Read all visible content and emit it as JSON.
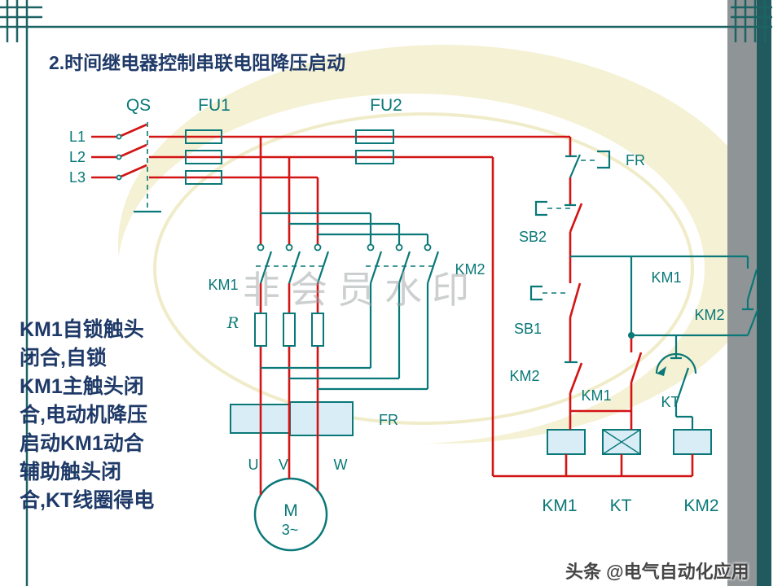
{
  "slide": {
    "title": "2.时间继电器控制串联电阻降压启动",
    "side_text_lines": [
      "KM1自锁触头",
      "闭合,自锁",
      "KM1主触头闭",
      "合,电动机降压",
      "启动KM1动合",
      "辅助触头闭",
      "合,KT线圈得电"
    ],
    "watermark": "非会员水印",
    "footer": "头条 @电气自动化应用"
  },
  "labels": {
    "qs": "QS",
    "fu1": "FU1",
    "fu2": "FU2",
    "l1": "L1",
    "l2": "L2",
    "l3": "L3",
    "km1_main": "KM1",
    "km2_main": "KM2",
    "r": "R",
    "fr_main": "FR",
    "u": "U",
    "v": "V",
    "w": "W",
    "motor_m": "M",
    "motor_phase": "3~",
    "fr_ctrl": "FR",
    "sb2": "SB2",
    "sb1": "SB1",
    "km2_rail": "KM2",
    "km1_aux": "KM1",
    "km1_branch": "KM1",
    "km2_branch": "KM2",
    "kt_contact": "KT",
    "coil_km1": "KM1",
    "coil_kt": "KT",
    "coil_km2": "KM2"
  },
  "colors": {
    "power_line_red": "#d21414",
    "control_teal": "#0a7878",
    "text_navy": "#1f3a68",
    "component_fill": "#d9edf7",
    "gray_bar": "#8f9496",
    "teal_bar": "#215a5e",
    "ellipse_yellow": "#f5f1d4"
  }
}
